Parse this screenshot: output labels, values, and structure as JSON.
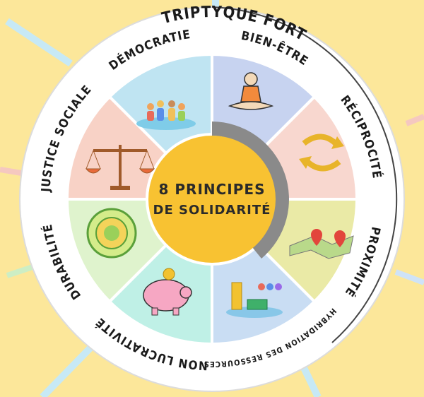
{
  "center": {
    "line1": "8 PRINCIPES",
    "line2": "DE SOLIDARITÉ"
  },
  "principles": [
    {
      "id": "democratie",
      "label": "DÉMOCRATIE",
      "color": "#bfe4f2",
      "icon": "crowd-icon"
    },
    {
      "id": "bien-etre",
      "label": "BIEN-ÊTRE",
      "color": "#c7d3f0",
      "icon": "meditation-icon"
    },
    {
      "id": "reciprocite",
      "label": "RÉCIPROCITÉ",
      "color": "#f8d7cf",
      "icon": "exchange-arrows-icon"
    },
    {
      "id": "proximite",
      "label": "PROXIMITÉ",
      "color": "#eaeaa6",
      "icon": "map-pins-icon"
    },
    {
      "id": "hybridation",
      "label": "HYBRIDATION DES RESSOURCES",
      "color": "#c9ddf3",
      "icon": "coins-money-icon"
    },
    {
      "id": "non-lucrativite",
      "label": "NON LUCRATIVITÉ",
      "color": "#bff0e6",
      "icon": "piggy-bank-icon"
    },
    {
      "id": "durabilite",
      "label": "DURABILITÉ",
      "color": "#dff3cd",
      "icon": "sustainability-circles-icon"
    },
    {
      "id": "justice-sociale",
      "label": "JUSTICE SOCIALE",
      "color": "#f8d2c6",
      "icon": "balance-scale-icon"
    }
  ],
  "triptyque": {
    "label": "TRIPTYQUE FORT"
  },
  "colors": {
    "background": "#fce79a",
    "center": "#f8c232",
    "ring": "#ffffff",
    "grey_ring": "#8a8a8a"
  }
}
